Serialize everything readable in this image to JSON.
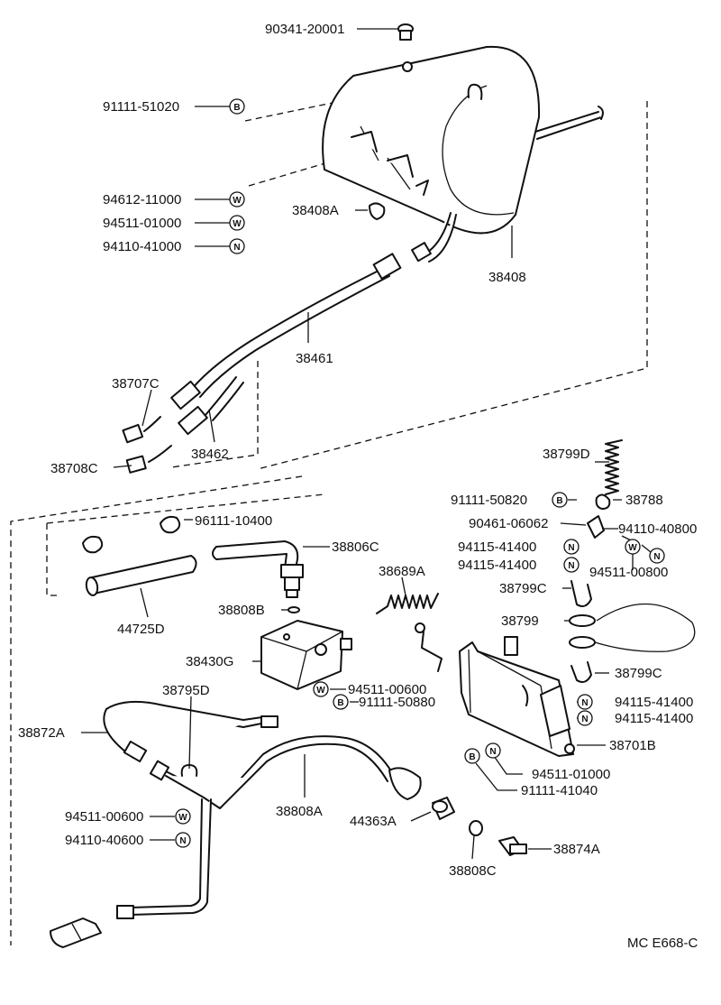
{
  "diagram_code": "MC E668-C",
  "labels": {
    "p90341_20001": "90341-20001",
    "p91111_51020": "91111-51020",
    "p94612_11000": "94612-11000",
    "p94511_01000a": "94511-01000",
    "p94110_41000": "94110-41000",
    "p38408A": "38408A",
    "p38408": "38408",
    "p38461": "38461",
    "p38707C": "38707C",
    "p38462": "38462",
    "p38708C": "38708C",
    "p96111_10400": "96111-10400",
    "p38806C": "38806C",
    "p44725D": "44725D",
    "p38689A": "38689A",
    "p38808B": "38808B",
    "p38430G": "38430G",
    "p94511_00600a": "94511-00600",
    "p91111_50880": "91111-50880",
    "p38795D": "38795D",
    "p38872A": "38872A",
    "p38808A": "38808A",
    "p44363A": "44363A",
    "p38808C": "38808C",
    "p38874A": "38874A",
    "p94511_00600b": "94511-00600",
    "p94110_40600": "94110-40600",
    "p38799D": "38799D",
    "p91111_50820": "91111-50820",
    "p38788": "38788",
    "p90461_06062": "90461-06062",
    "p94110_40800": "94110-40800",
    "p94115_41400a": "94115-41400",
    "p94115_41400b": "94115-41400",
    "p94511_00800": "94511-00800",
    "p38799C": "38799C",
    "p38799": "38799",
    "p38799C_b": "38799C",
    "p94115_41400c": "94115-41400",
    "p94115_41400d": "94115-41400",
    "p38701B": "38701B",
    "p94511_01000b": "94511-01000",
    "p91111_41040": "91111-41040"
  },
  "symbols": {
    "bolt": "B",
    "washer": "W",
    "nut": "N"
  }
}
